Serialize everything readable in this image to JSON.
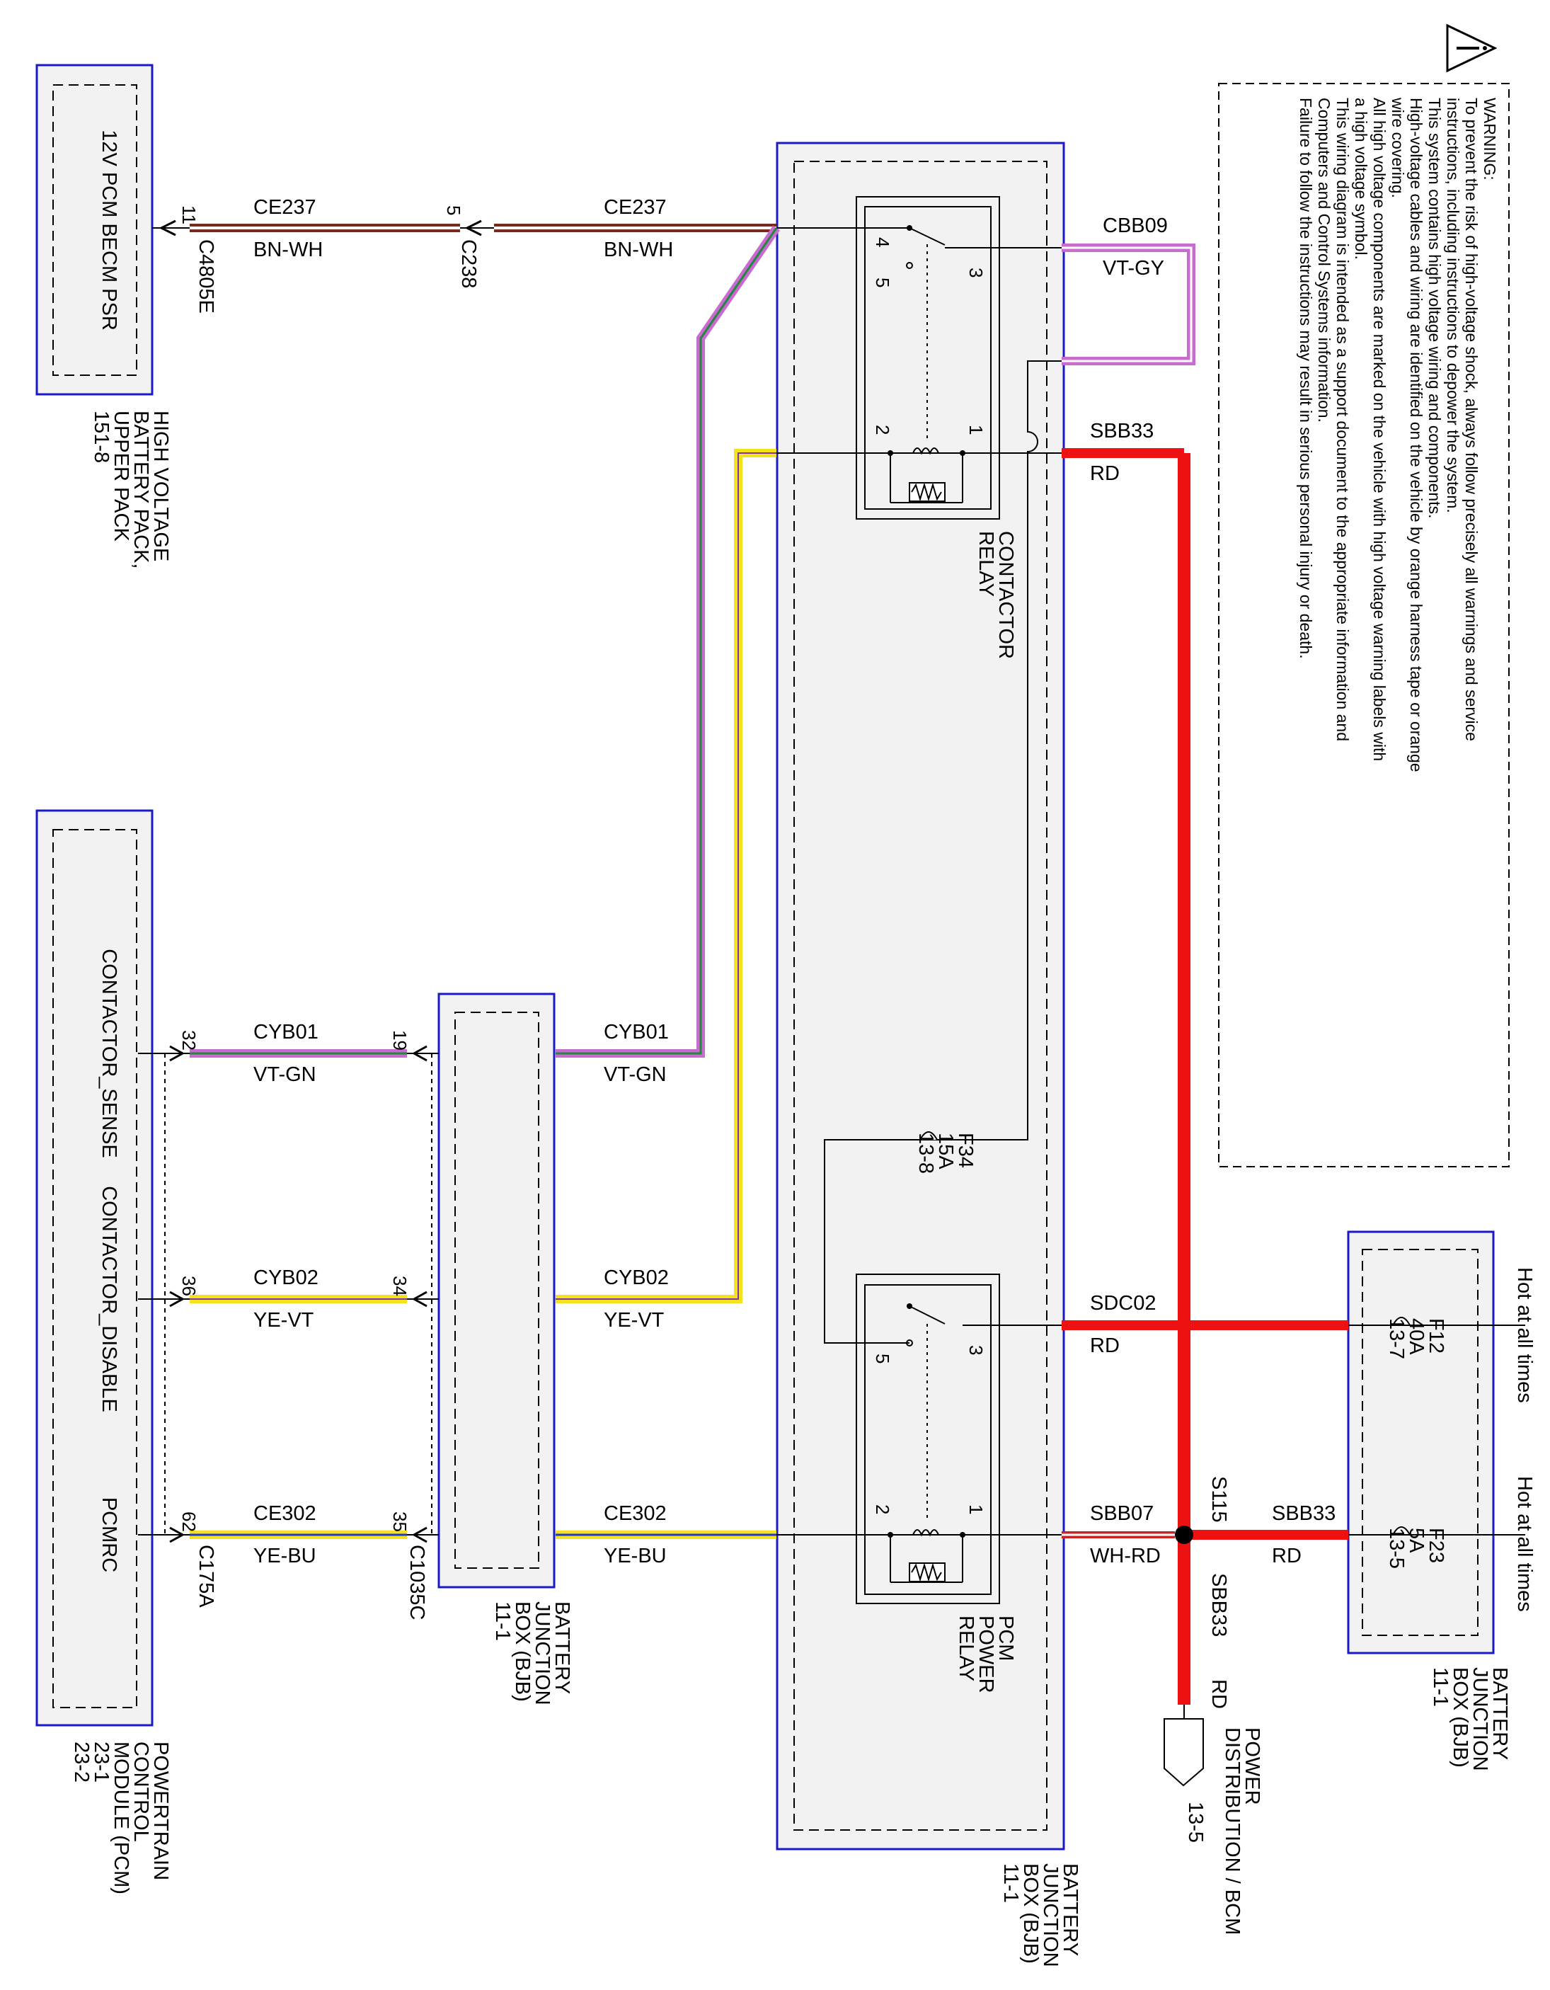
{
  "warning": {
    "title": "WARNING:",
    "lines": [
      "To prevent the risk of high-voltage shock, always follow precisely all warnings and service",
      "instructions, including instructions to depower the system.",
      "This system contains high voltage wiring and components.",
      "High-voltage cables and wiring are identified on the vehicle by orange harness tape or orange",
      "wire covering.",
      "All high voltage components are marked on the vehicle with high voltage warning labels with",
      "a high voltage symbol.",
      "This wiring diagram is intended as a support document to the appropriate information and",
      "Computers and Control Systems information.",
      "Failure to follow the instructions may result in serious personal injury or death."
    ]
  },
  "modules": {
    "hvbp": {
      "inner_label": "12V PCM BECM PSR",
      "name": [
        "HIGH VOLTAGE",
        "BATTERY PACK,",
        "UPPER PACK",
        "151-8"
      ]
    },
    "pcm": {
      "pins": [
        "CONTACTOR_SENSE",
        "CONTACTOR_DISABLE",
        "PCMRC"
      ],
      "name": [
        "POWERTRAIN",
        "CONTROL",
        "MODULE (PCM)",
        "23-1",
        "23-2"
      ]
    },
    "bjb_small": {
      "name": [
        "BATTERY",
        "JUNCTION",
        "BOX (BJB)",
        "11-1"
      ]
    },
    "bjb_main": {
      "name": [
        "BATTERY",
        "JUNCTION",
        "BOX (BJB)",
        "11-1"
      ]
    },
    "bjb_right": {
      "name": [
        "BATTERY",
        "JUNCTION",
        "BOX (BJB)",
        "11-1"
      ]
    },
    "contactor_relay": {
      "name": [
        "CONTACTOR",
        "RELAY"
      ],
      "pins": [
        "3",
        "4",
        "5",
        "2",
        "1"
      ]
    },
    "pcm_power_relay": {
      "name": [
        "PCM",
        "POWER",
        "RELAY"
      ],
      "pins": [
        "3",
        "5",
        "2",
        "1"
      ]
    }
  },
  "wires": {
    "ce237_left": {
      "circuit": "CE237",
      "color": "BN-WH"
    },
    "ce237_right": {
      "circuit": "CE237",
      "color": "BN-WH"
    },
    "cbb09": {
      "circuit": "CBB09",
      "color": "VT-GY"
    },
    "sbb33_top": {
      "circuit": "SBB33",
      "color": "RD"
    },
    "cyb01_left": {
      "circuit": "CYB01",
      "color": "VT-GN"
    },
    "cyb01_right": {
      "circuit": "CYB01",
      "color": "VT-GN"
    },
    "cyb02_left": {
      "circuit": "CYB02",
      "color": "YE-VT"
    },
    "cyb02_right": {
      "circuit": "CYB02",
      "color": "YE-VT"
    },
    "ce302_left": {
      "circuit": "CE302",
      "color": "YE-BU"
    },
    "ce302_right": {
      "circuit": "CE302",
      "color": "YE-BU"
    },
    "sdc02": {
      "circuit": "SDC02",
      "color": "RD"
    },
    "sbb07": {
      "circuit": "SBB07",
      "color": "WH-RD"
    },
    "sbb33_right": {
      "circuit": "SBB33",
      "color": "RD"
    },
    "sbb33_down": {
      "circuit": "SBB33",
      "color": "RD"
    }
  },
  "connectors": {
    "c4805e": {
      "name": "C4805E",
      "pin": "11"
    },
    "c238": {
      "name": "C238",
      "pin": "5"
    },
    "c175a": {
      "name": "C175A",
      "pins": [
        "32",
        "36",
        "62"
      ]
    },
    "c1035c": {
      "name": "C1035C",
      "pins": [
        "19",
        "34",
        "35"
      ]
    }
  },
  "fuses": {
    "f34": [
      "F34",
      "15A",
      "13-8"
    ],
    "f12": [
      "F12",
      "40A",
      "13-7"
    ],
    "f23": [
      "F23",
      "5A",
      "13-5"
    ]
  },
  "splice": {
    "name": "S115"
  },
  "power_dist": {
    "name": [
      "POWER",
      "DISTRIBUTION / BCM"
    ],
    "ref": "13-5"
  },
  "hot_labels": [
    "Hot at all times",
    "Hot at all times"
  ],
  "colors": {
    "module_border": "#1a1ac8",
    "module_fill": "#f2f2f2",
    "power_red": "#ee1111",
    "violet": "#c86ad0",
    "yellow": "#f6e11e",
    "brown": "#7a2a1a"
  }
}
